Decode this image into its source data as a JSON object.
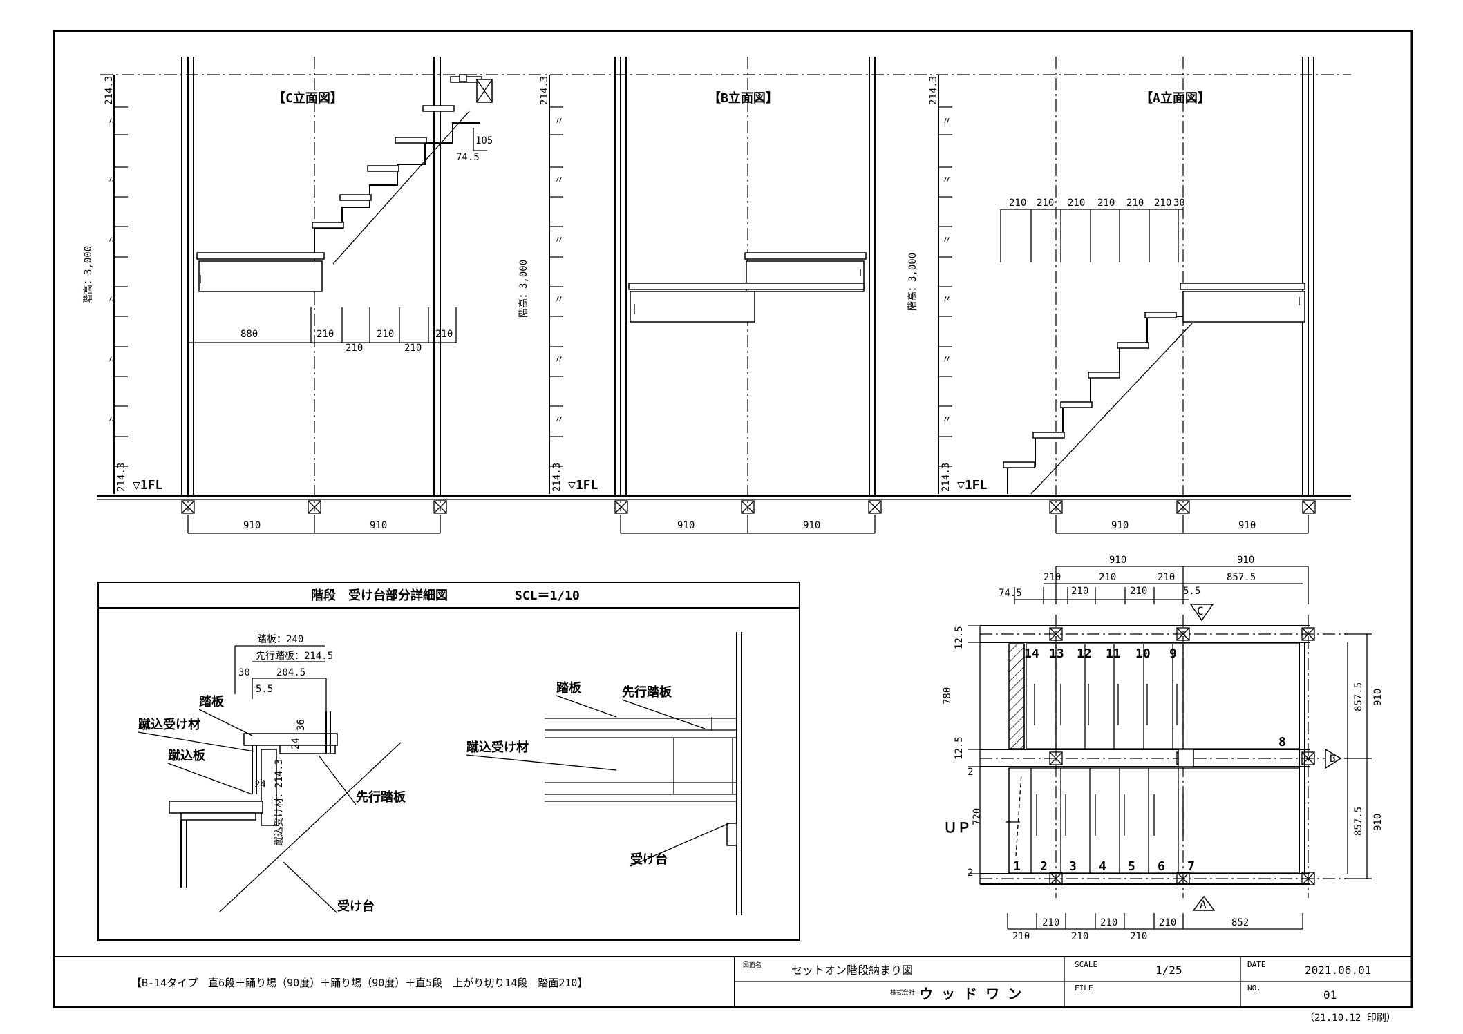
{
  "elevations": {
    "c": {
      "title": "【C立面図】"
    },
    "b": {
      "title": "【B立面図】"
    },
    "a": {
      "title": "【A立面図】"
    },
    "height_label": "階高：3,000",
    "top_dim": "214.3",
    "bottom_dim": "214.3",
    "ditto": "〃",
    "fl_label": "▽1FL",
    "c_dims": {
      "d105": "105",
      "d745": "74.5",
      "d880": "880",
      "d210": "210"
    },
    "a_dims": {
      "row": [
        "210",
        "210",
        "210",
        "210",
        "210",
        "210",
        "30"
      ]
    },
    "bottom_dims": [
      "910",
      "910"
    ]
  },
  "detail": {
    "title": "階段　受け台部分詳細図",
    "scale": "SCL＝1/10",
    "labels": {
      "tread_240": "踏板：240",
      "lead_tread_2145": "先行踏板：214.5",
      "d30": "30",
      "d2045": "204.5",
      "d55": "5.5",
      "tread": "踏板",
      "riser_support": "蹴込受け材",
      "riser": "蹴込板",
      "d36": "36",
      "d24a": "24",
      "d24b": "24",
      "riser_support_dim": "蹴込受け材：214.3",
      "lead_tread": "先行踏板",
      "support": "受け台"
    }
  },
  "plan": {
    "top_dims": {
      "d910a": "910",
      "d910b": "910",
      "d210a": "210",
      "d210b": "210",
      "d210c": "210",
      "d8575": "857.5",
      "d745": "74.5",
      "d210d": "210",
      "d210e": "210",
      "d55": "5.5"
    },
    "side_dims": {
      "d125a": "12.5",
      "d780": "780",
      "d125b": "12.5",
      "d2a": "2",
      "d720": "720",
      "d2b": "2",
      "d8575a": "857.5",
      "d910a": "910",
      "d8575b": "857.5",
      "d910b": "910"
    },
    "bottom_dims": {
      "d210a": "210",
      "d210b": "210",
      "d210c": "210",
      "d852": "852",
      "d210d": "210",
      "d210e": "210",
      "d210f": "210"
    },
    "up_label": "ＵＰ",
    "steps_upper": [
      "14",
      "13",
      "12",
      "11",
      "10",
      "9"
    ],
    "steps_lower": [
      "1",
      "2",
      "3",
      "4",
      "5",
      "6",
      "7"
    ],
    "landing": "8",
    "markers": {
      "c": "C",
      "a": "A",
      "b": "B"
    }
  },
  "title_block": {
    "description": "【B-14タイプ　直6段＋踊り場（90度）＋踊り場（90度）＋直5段　上がり切り14段　踏面210】",
    "drawing_name_label": "図面名",
    "drawing_name": "セットオン階段納まり図",
    "scale_label": "SCALE",
    "scale": "1/25",
    "date_label": "DATE",
    "date": "2021.06.01",
    "company_prefix": "株式会社",
    "company": "ウ ッ ド ワ ン",
    "file_label": "FILE",
    "no_label": "NO.",
    "no": "01",
    "printed": "（21.10.12 印刷）"
  }
}
